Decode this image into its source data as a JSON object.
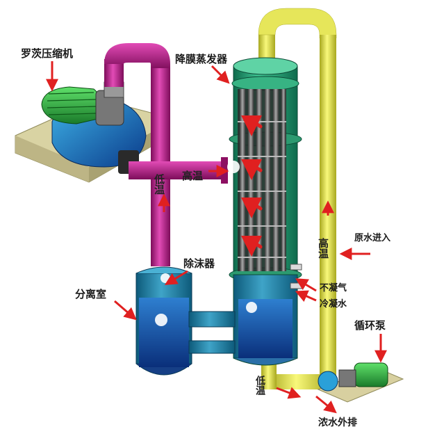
{
  "labels": {
    "compressor": "罗茨压缩机",
    "falling_film_evaporator": "降膜蒸发器",
    "demister": "除沫器",
    "separation_chamber": "分离室",
    "high_temp_top": "高温",
    "high_temp_right": "高温",
    "low_temp_left": "低温",
    "low_temp_bottom": "低温",
    "raw_water_in": "原水进入",
    "non_condensable_gas": "不凝气",
    "cooling_water": "冷凝水",
    "circulation_pump": "循环泵",
    "concentrate_discharge": "浓水外排"
  },
  "colors": {
    "magenta_pipe": "#c0188a",
    "yellow_pipe": "#e8e850",
    "evaporator_body": "#2aa37a",
    "separator_body": "#1f7fb8",
    "liquid_blue": "#1a55a8",
    "arrow_red": "#e02020",
    "base_plate": "#d8d0a0"
  }
}
